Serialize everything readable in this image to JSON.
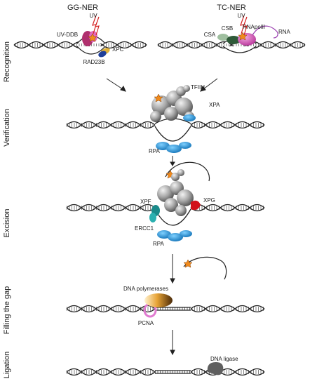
{
  "columns": {
    "left": "GG-NER",
    "right": "TC-NER"
  },
  "stages": {
    "recognition": "Recognition",
    "verification": "Verification",
    "excision": "Excision",
    "filling": "Filling the gap",
    "ligation": "Ligation"
  },
  "labels": {
    "uv_left": "UV",
    "uv_ddb": "UV-DDB",
    "xpc": "XPC",
    "rad23b": "RAD23B",
    "uv_right": "UV",
    "csb": "CSB",
    "csa": "CSA",
    "rnapol": "RNApolII",
    "rna": "RNA",
    "tfiih": "TFIIH",
    "xpa": "XPA",
    "rpa_verif": "RPA",
    "xpf": "XPF",
    "xpg": "XPG",
    "ercc1": "ERCC1",
    "rpa_exc": "RPA",
    "dna_pol": "DNA polymerases",
    "pcna": "PCNA",
    "dna_ligase": "DNA ligase"
  },
  "colors": {
    "uv_ddb": "#b0306e",
    "xpc": "#e0b23a",
    "rad23b": "#1f3f9a",
    "csa": "#9fbf9f",
    "csb": "#2e5a38",
    "rnapol": "#d24fb8",
    "tfiih": "#9a9a9a",
    "rpa": "#1b8fd2",
    "xpf": "#1a8a8a",
    "xpg": "#d1111a",
    "pcna": "#e07bd0",
    "polymerase": "#e0982a",
    "ligase": "#5f5f5f",
    "lesion": "#f08a1c",
    "uv_bolt": "#d42020"
  }
}
